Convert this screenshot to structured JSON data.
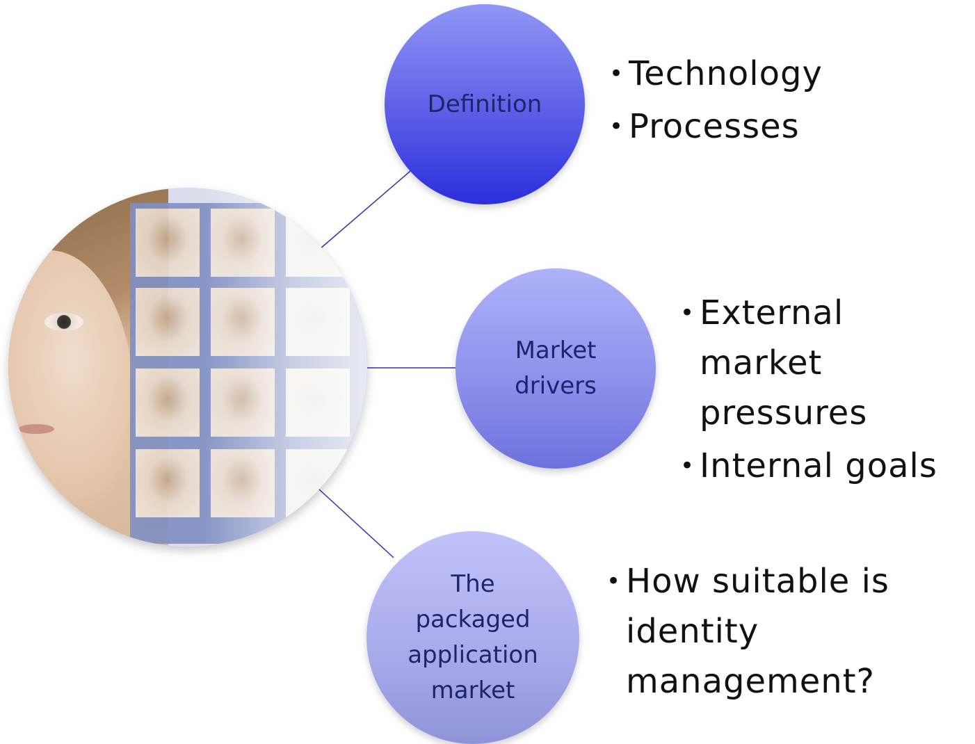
{
  "nodes": [
    {
      "label": "Definition",
      "bullets": [
        "Technology",
        "Processes"
      ]
    },
    {
      "label": "Market\ndrivers",
      "bullets": [
        "External market\npressures",
        "Internal goals"
      ]
    },
    {
      "label": "The\npackaged\napplication\nmarket",
      "bullets": [
        "How suitable is\nidentity\nmanagement?"
      ]
    }
  ],
  "colors": {
    "connector": "#2f36a8",
    "node_text": "#1e236b",
    "definition_node": "#3a3de0",
    "market_node": "#7f84e6",
    "packaged_node": "#a3a6e8"
  },
  "bullet_glyph": "•"
}
